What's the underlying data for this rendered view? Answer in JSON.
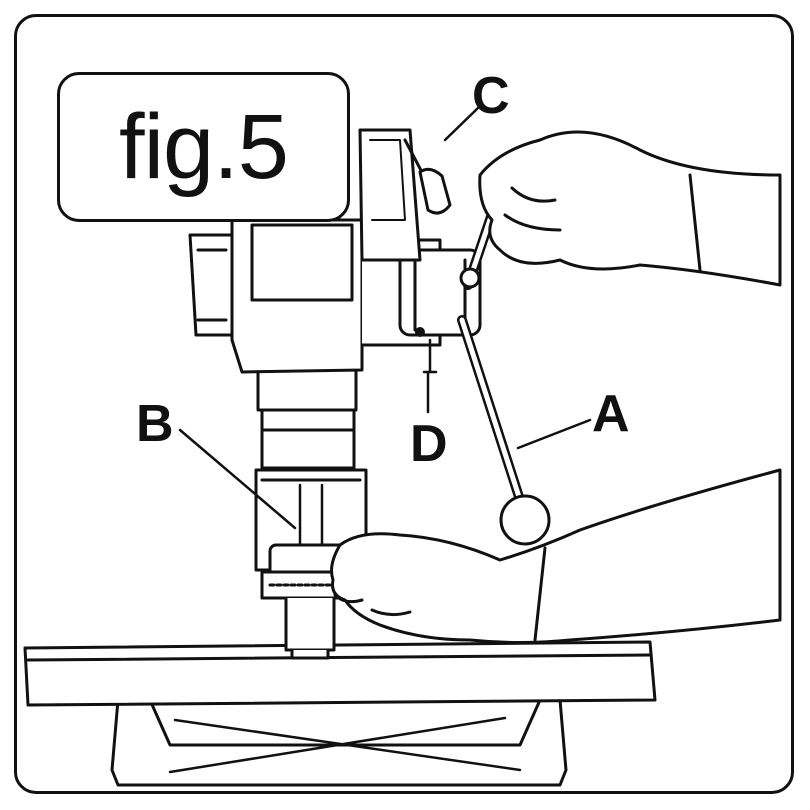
{
  "figure": {
    "label": "fig.5"
  },
  "callouts": {
    "a": "A",
    "b": "B",
    "c": "C",
    "d": "D"
  }
}
